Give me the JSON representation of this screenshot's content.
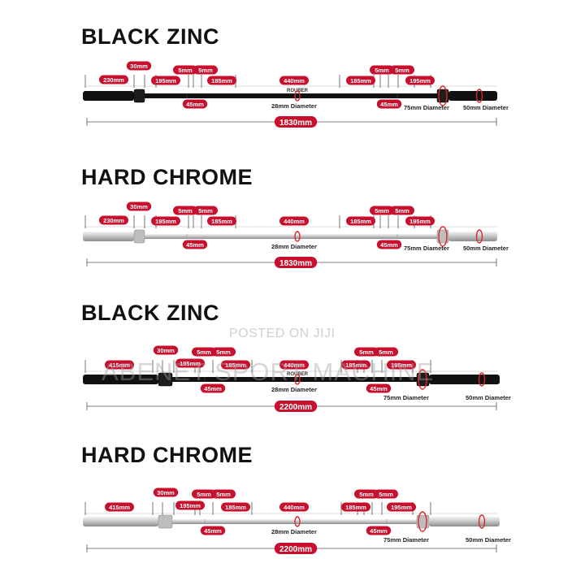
{
  "colors": {
    "label_bg": "#c8102e",
    "label_fg": "#ffffff",
    "dim_line": "#555555",
    "ring": "#d9262c"
  },
  "watermark": {
    "posted": "POSTED ON JIJI",
    "seller": "ABENET SPORT MACHINE"
  },
  "sections": [
    {
      "title": "BLACK ZINC",
      "finish": "black",
      "brand": "ROUBER",
      "labels": {
        "sleeve_end": "230mm",
        "collar": "30mm",
        "grip_a": "195mm",
        "gap_a": "5mm",
        "gap_b": "5mm",
        "grip_b": "185mm",
        "center": "440mm",
        "grip_c": "185mm",
        "gap_c": "5mm",
        "gap_d": "5mm",
        "grip_d": "195mm",
        "knurl_l": "45mm",
        "knurl_r": "45mm",
        "total": "1830mm"
      },
      "diam": {
        "shaft": "28mm",
        "collar_d": "75mm",
        "sleeve_d": "50mm",
        "word": "Diameter"
      }
    },
    {
      "title": "HARD CHROME",
      "finish": "chrome",
      "brand": "",
      "labels": {
        "sleeve_end": "230mm",
        "collar": "30mm",
        "grip_a": "195mm",
        "gap_a": "5mm",
        "gap_b": "5mm",
        "grip_b": "185mm",
        "center": "440mm",
        "grip_c": "185mm",
        "gap_c": "5mm",
        "gap_d": "5mm",
        "grip_d": "195mm",
        "knurl_l": "45mm",
        "knurl_r": "45mm",
        "total": "1830mm"
      },
      "diam": {
        "shaft": "28mm",
        "collar_d": "75mm",
        "sleeve_d": "50mm",
        "word": "Diameter"
      }
    },
    {
      "title": "BLACK ZINC",
      "finish": "black",
      "brand": "ROUBER",
      "labels": {
        "sleeve_end": "415mm",
        "collar": "30mm",
        "grip_a": "195mm",
        "gap_a": "5mm",
        "gap_b": "5mm",
        "grip_b": "185mm",
        "center": "440mm",
        "grip_c": "185mm",
        "gap_c": "5mm",
        "gap_d": "5mm",
        "grip_d": "195mm",
        "knurl_l": "45mm",
        "knurl_r": "45mm",
        "total": "2200mm"
      },
      "diam": {
        "shaft": "28mm",
        "collar_d": "75mm",
        "sleeve_d": "50mm",
        "word": "Diameter"
      }
    },
    {
      "title": "HARD CHROME",
      "finish": "chrome",
      "brand": "",
      "labels": {
        "sleeve_end": "415mm",
        "collar": "30mm",
        "grip_a": "195mm",
        "gap_a": "5mm",
        "gap_b": "5mm",
        "grip_b": "185mm",
        "center": "440mm",
        "grip_c": "185mm",
        "gap_c": "5mm",
        "gap_d": "5mm",
        "grip_d": "195mm",
        "knurl_l": "45mm",
        "knurl_r": "45mm",
        "total": "2200mm"
      },
      "diam": {
        "shaft": "28mm",
        "collar_d": "75mm",
        "sleeve_d": "50mm",
        "word": "Diameter"
      }
    }
  ]
}
